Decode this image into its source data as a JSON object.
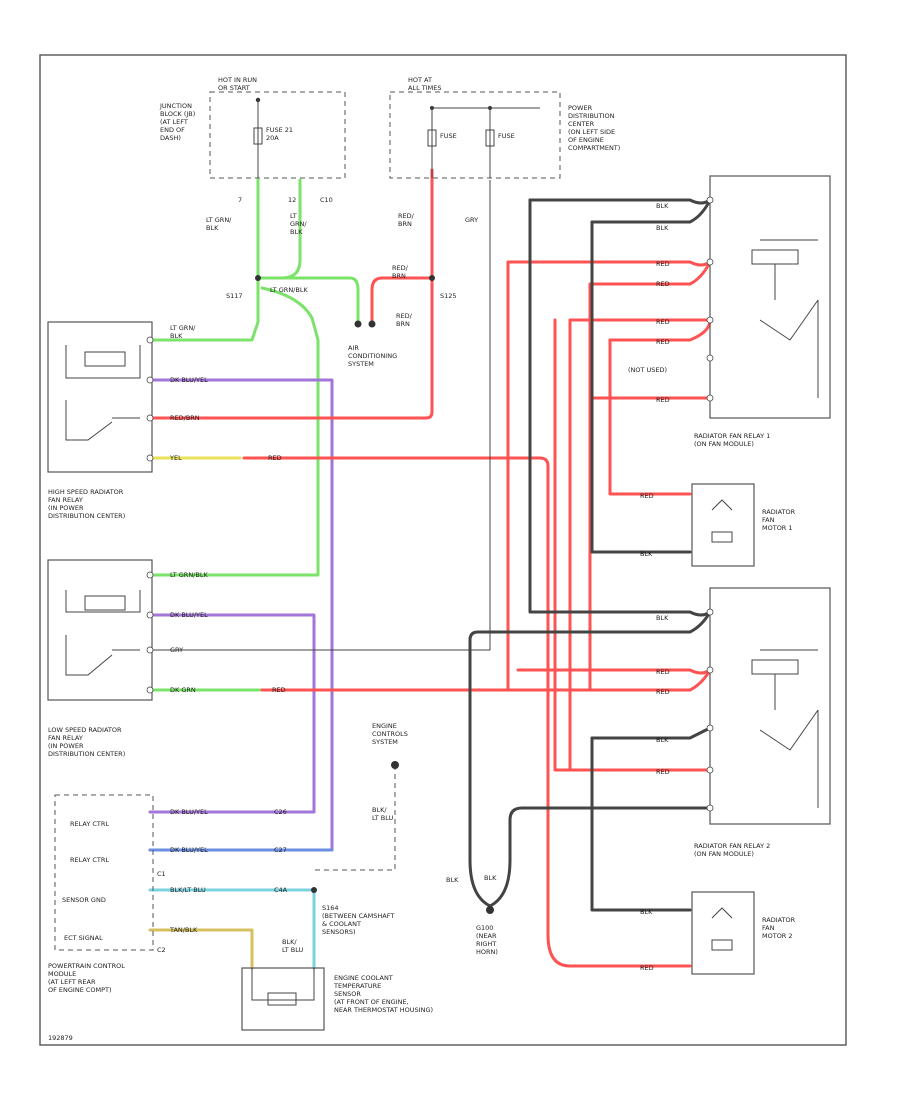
{
  "fig_id": "192879",
  "colors": {
    "red": "#ff5252",
    "green": "#7be36a",
    "purple": "#a276d8",
    "blue": "#6b8fe0",
    "black": "#444444",
    "yellow": "#e8e25a",
    "cyan": "#7ad3df",
    "tan": "#d7c060",
    "gray": "#bbbbbb"
  },
  "labels": {
    "hot_run_start": "HOT IN RUN\nOR START",
    "junction_block": "JUNCTION\nBLOCK (JB)\n(AT LEFT\nEND OF\nDASH)",
    "fuse_21": "FUSE 21\n20A",
    "hot_all_times": "HOT AT\nALL TIMES",
    "fuse_a": "FUSE\n",
    "fuse_b": "FUSE\n",
    "pdc": "POWER\nDISTRIBUTION\nCENTER\n(ON LEFT SIDE\nOF ENGINE\nCOMPARTMENT)",
    "pin_7": "7",
    "pin_12": "12",
    "pin_c10": "C10",
    "lt_grn_blk": "LT GRN/\nBLK",
    "lt_grn_blk_2": "LT\nGRN/\nBLK",
    "red_brn": "RED/\nBRN",
    "gry": "GRY",
    "s117": "S117",
    "s125": "S125",
    "lt_grn_blk_mid": "LT GRN/BLK",
    "red_brn_2": "RED/\nBRN",
    "red_brn_3": "RED/\nBRN",
    "ac_system": "AIR\nCONDITIONING\nSYSTEM",
    "lt_grn_hs": "LT GRN/\nBLK",
    "dk_blu_yel_1": "DK BLU/YEL",
    "red_brn_hs": "RED/BRN",
    "yel": "YEL",
    "red_hs": "RED",
    "hs_relay": "HIGH SPEED RADIATOR\nFAN RELAY\n(IN POWER\nDISTRIBUTION CENTER)",
    "lt_grn_blk_ls": "LT GRN/BLK",
    "dk_blu_yel_ls": "DK BLU/YEL",
    "gry_ls": "GRY",
    "dk_grn": "DK GRN",
    "red_ls": "RED",
    "ls_relay": "LOW SPEED RADIATOR\nFAN RELAY\n(IN POWER\nDISTRIBUTION CENTER)",
    "engine_controls": "ENGINE\nCONTROLS\nSYSTEM",
    "relay_ctrl_1": "RELAY CTRL",
    "relay_ctrl_2": "RELAY CTRL",
    "sensor_gnd": "SENSOR GND",
    "ect_signal": "ECT SIGNAL",
    "c1": "C1",
    "c2": "C2",
    "dk_blu_yel_p1": "DK BLU/YEL",
    "dk_blu_yel_p2": "DK BLU/YEL",
    "blk_lt_blu_p": "BLK/LT BLU",
    "tan_blk": "TAN/BLK",
    "c26": "C26",
    "c27": "C27",
    "c4a": "C4A",
    "blk_lt_blu": "BLK/\nLT BLU",
    "blk_lt_blu_2": "BLK/\nLT BLU",
    "pcm": "POWERTRAIN CONTROL\nMODULE\n(AT LEFT REAR\nOF ENGINE COMPT)",
    "s164": "S164\n(BETWEEN CAMSHAFT\n& COOLANT\nSENSORS)",
    "ect_sensor": "ENGINE COOLANT\nTEMPERATURE\nSENSOR\n(AT FRONT OF ENGINE,\nNEAR THERMOSTAT HOUSING)",
    "blk_1": "BLK",
    "blk_2": "BLK",
    "g100": "G100\n(NEAR\nRIGHT\nHORN)",
    "rfr1_blk1": "BLK",
    "rfr1_blk2": "BLK",
    "rfr1_red1": "RED",
    "rfr1_red2": "RED",
    "rfr1_red3": "RED",
    "rfr1_red4": "RED",
    "rfr1_red5": "RED",
    "not_used": "(NOT USED)",
    "rfr1": "RADIATOR FAN RELAY 1\n(ON FAN MODULE)",
    "motor1_red": "RED",
    "motor1_blk": "BLK",
    "motor1": "RADIATOR\nFAN\nMOTOR 1",
    "rfr2_blk1": "BLK",
    "rfr2_blk2": "BLK",
    "rfr2_red1": "RED",
    "rfr2_red2": "RED",
    "rfr2_red3": "RED",
    "rfr2": "RADIATOR FAN RELAY 2\n(ON FAN MODULE)",
    "motor2_blk": "BLK",
    "motor2_red": "RED",
    "motor2": "RADIATOR\nFAN\nMOTOR 2"
  }
}
